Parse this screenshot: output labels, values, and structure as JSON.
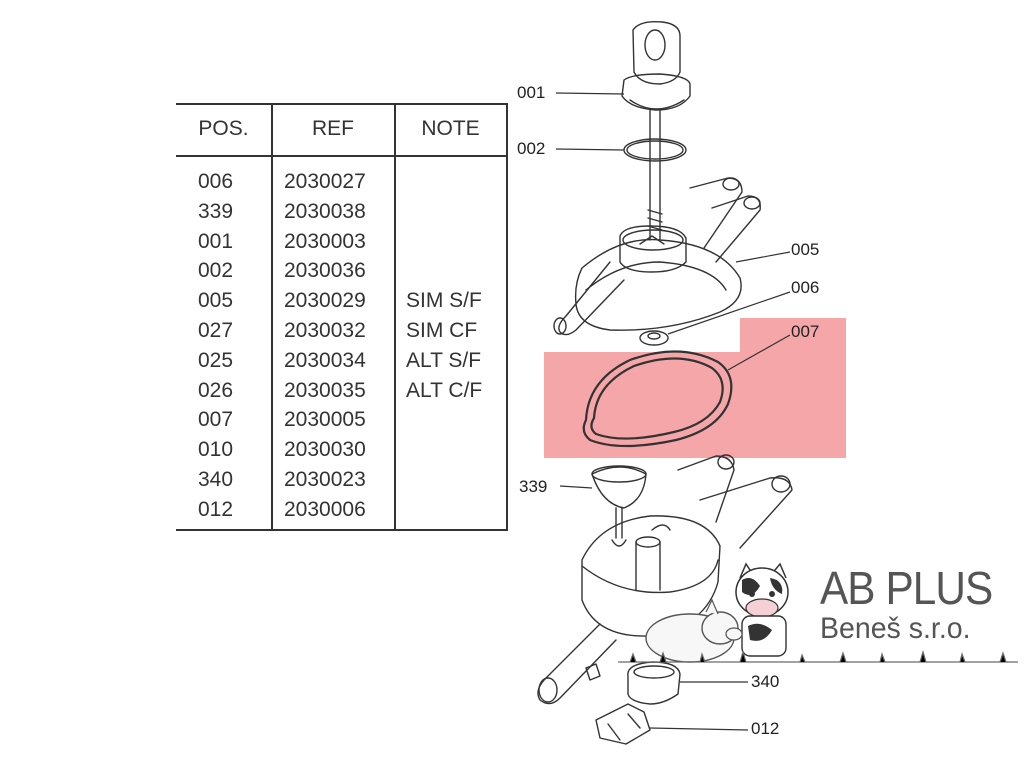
{
  "table": {
    "headers": {
      "pos": "POS.",
      "ref": "REF",
      "note": "NOTE"
    },
    "rows": [
      {
        "pos": "006",
        "ref": "2030027",
        "note": ""
      },
      {
        "pos": "339",
        "ref": "2030038",
        "note": ""
      },
      {
        "pos": "001",
        "ref": "2030003",
        "note": ""
      },
      {
        "pos": "002",
        "ref": "2030036",
        "note": ""
      },
      {
        "pos": "005",
        "ref": "2030029",
        "note": "SIM S/F"
      },
      {
        "pos": "027",
        "ref": "2030032",
        "note": "SIM CF"
      },
      {
        "pos": "025",
        "ref": "2030034",
        "note": "ALT S/F"
      },
      {
        "pos": "026",
        "ref": "2030035",
        "note": "ALT C/F"
      },
      {
        "pos": "007",
        "ref": "2030005",
        "note": ""
      },
      {
        "pos": "010",
        "ref": "2030030",
        "note": ""
      },
      {
        "pos": "340",
        "ref": "2030023",
        "note": ""
      },
      {
        "pos": "012",
        "ref": "2030006",
        "note": ""
      }
    ]
  },
  "diagram": {
    "part_labels": {
      "p001": "001",
      "p002": "002",
      "p005": "005",
      "p006": "006",
      "p007": "007",
      "p339": "339",
      "p340": "340",
      "p012": "012"
    },
    "highlight_color": "#f4a6a8"
  },
  "logo": {
    "line1": "AB PLUS",
    "line2": "Beneš s.r.o."
  }
}
